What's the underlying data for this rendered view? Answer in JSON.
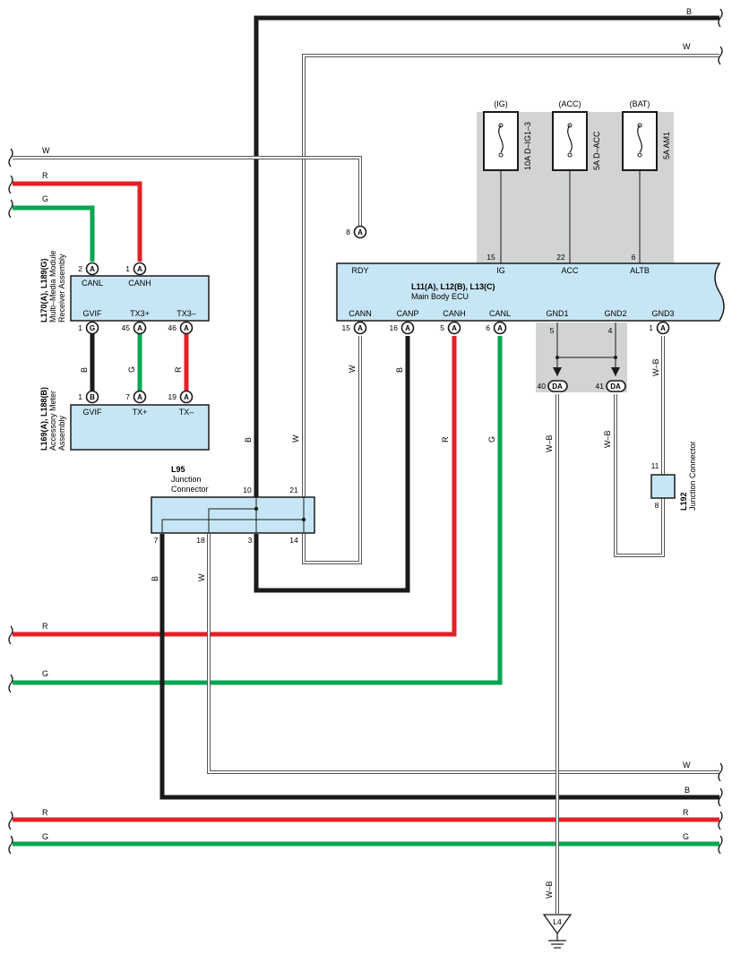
{
  "colors": {
    "red": "#e42027",
    "green": "#00a651",
    "black": "#1a1a1a",
    "white_wire_outline": "#555555",
    "connector_fill": "#c7e6f5",
    "fuse_box_fill": "#d1d3d4"
  },
  "wire_codes": {
    "b": "B",
    "w": "W",
    "r": "R",
    "g": "G",
    "wb": "W–B"
  },
  "fuses": [
    {
      "group": "(IG)",
      "name": "10A D–IG1–3"
    },
    {
      "group": "(ACC)",
      "name": "5A D–ACC"
    },
    {
      "group": "(BAT)",
      "name": "5A AM1"
    }
  ],
  "main_ecu": {
    "name": "L11(A), L12(B), L13(C)",
    "desc": "Main Body ECU",
    "top_pins": [
      {
        "num": "8",
        "conn": "A",
        "label": "RDY"
      },
      {
        "num": "15",
        "label": "IG"
      },
      {
        "num": "22",
        "label": "ACC"
      },
      {
        "num": "6",
        "label": "ALTB"
      }
    ],
    "bottom_pins": [
      {
        "num": "15",
        "conn": "A",
        "label": "CANN"
      },
      {
        "num": "16",
        "conn": "A",
        "label": "CANP"
      },
      {
        "num": "5",
        "conn": "A",
        "label": "CANH"
      },
      {
        "num": "6",
        "conn": "A",
        "label": "CANL"
      },
      {
        "num": "5",
        "label": "GND1"
      },
      {
        "num": "4",
        "label": "GND2"
      },
      {
        "num": "1",
        "conn": "A",
        "label": "GND3"
      }
    ]
  },
  "mm_receiver": {
    "name": "L170(A), L189(G)",
    "desc1": "Multi–Media Module",
    "desc2": "Receiver Assembly",
    "top_pins": [
      {
        "num": "2",
        "conn": "A",
        "label": "CANL"
      },
      {
        "num": "1",
        "conn": "A",
        "label": "CANH"
      }
    ],
    "bottom_pins": [
      {
        "num": "1",
        "conn": "G",
        "label": "GVIF"
      },
      {
        "num": "45",
        "conn": "A",
        "label": "TX3+"
      },
      {
        "num": "46",
        "conn": "A",
        "label": "TX3–"
      }
    ]
  },
  "meter": {
    "name": "L169(A), L188(B)",
    "desc1": "Accessory Meter",
    "desc2": "Assembly",
    "pins": [
      {
        "num": "1",
        "conn": "B",
        "label": "GVIF"
      },
      {
        "num": "7",
        "conn": "A",
        "label": "TX+"
      },
      {
        "num": "19",
        "conn": "A",
        "label": "TX–"
      }
    ]
  },
  "l95": {
    "name": "L95",
    "desc1": "Junction",
    "desc2": "Connector",
    "pins_top": [
      "10",
      "21"
    ],
    "pins_bottom": [
      "7",
      "18",
      "3",
      "14"
    ]
  },
  "l192": {
    "name": "L192",
    "desc": "Junction Connector",
    "pin_top": "11",
    "pin_bottom": "8"
  },
  "grounds": [
    {
      "num": "40",
      "conn": "DA"
    },
    {
      "num": "41",
      "conn": "DA"
    }
  ],
  "ground_point": "L4"
}
